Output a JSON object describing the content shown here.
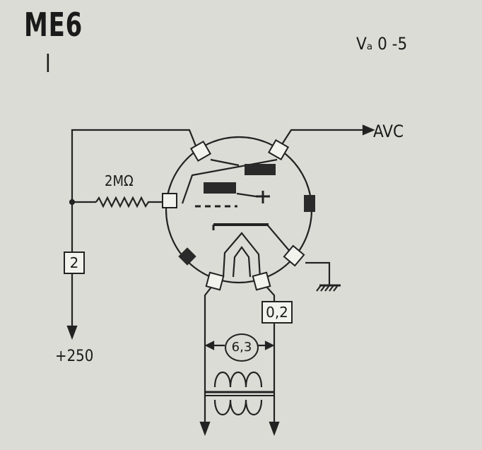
{
  "diagram": {
    "tube_type": "ME6",
    "tube_subtitle": "I",
    "grid_voltage": "Vₐ 0 -5",
    "avc_label": "AVC",
    "resistor_label": "2MΩ",
    "pin_box_label": "2",
    "current_box_label": "0,2",
    "heater_voltage_label": "6,3",
    "supply_label": "+250",
    "colors": {
      "background": "#dcdcd6",
      "ink": "#1a1a1a",
      "box_fill": "#f3f3ee"
    }
  }
}
